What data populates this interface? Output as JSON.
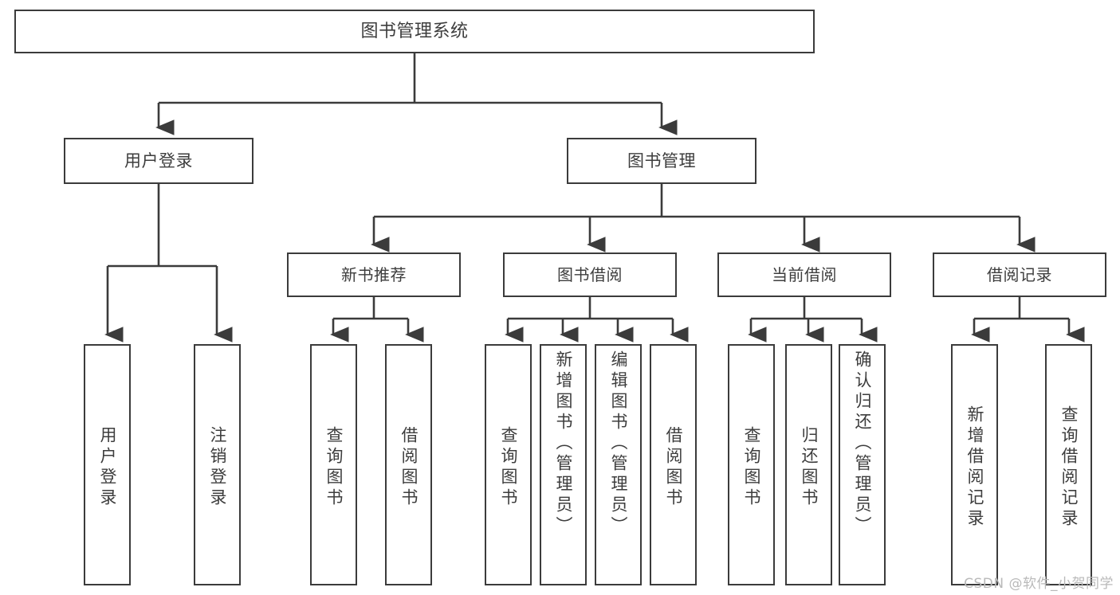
{
  "diagram": {
    "title": "图书管理系统",
    "type": "tree-hierarchy",
    "root": {
      "label": "图书管理系统"
    },
    "level2": [
      {
        "label": "用户登录"
      },
      {
        "label": "图书管理"
      }
    ],
    "level3": [
      {
        "label": "新书推荐"
      },
      {
        "label": "图书借阅"
      },
      {
        "label": "当前借阅"
      },
      {
        "label": "借阅记录"
      }
    ],
    "leaves": {
      "user_login": [
        {
          "label": "用户登录"
        },
        {
          "label": "注销登录"
        }
      ],
      "new_book_recommend": [
        {
          "label": "查询图书"
        },
        {
          "label": "借阅图书"
        }
      ],
      "book_borrow": [
        {
          "label": "查询图书"
        },
        {
          "label": "新增图书（管理员）"
        },
        {
          "label": "编辑图书（管理员）"
        },
        {
          "label": "借阅图书"
        }
      ],
      "current_borrow": [
        {
          "label": "查询图书"
        },
        {
          "label": "归还图书"
        },
        {
          "label": "确认归还（管理员）"
        }
      ],
      "borrow_record": [
        {
          "label": "新增借阅记录"
        },
        {
          "label": "查询借阅记录"
        }
      ]
    }
  },
  "watermark": {
    "text": "CSDN @软件_小贺同学"
  },
  "colors": {
    "line": "#3b3b3b",
    "box_border": "#3b3b3b",
    "box_fill": "#ffffff",
    "text": "#3d3d3d",
    "watermark": "#b9b9b9",
    "background": "#ffffff"
  }
}
